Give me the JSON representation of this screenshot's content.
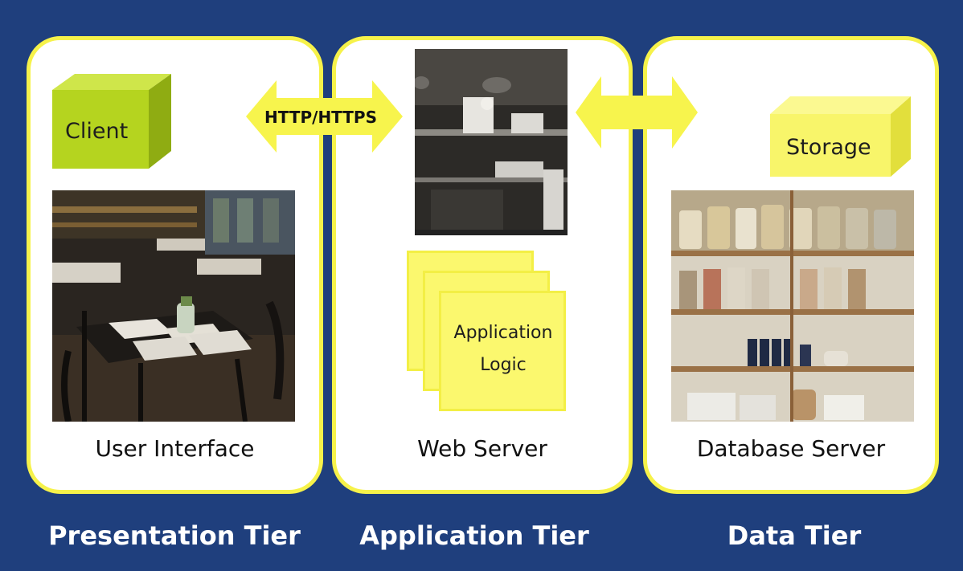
{
  "panels": {
    "presentation": {
      "caption": "User Interface",
      "box_label": "Client"
    },
    "application": {
      "caption": "Web Server",
      "doc_line1": "Application",
      "doc_line2": "Logic"
    },
    "data": {
      "caption": "Database Server",
      "box_label": "Storage"
    }
  },
  "arrows": {
    "left_label": "HTTP/HTTPS",
    "right_label": ""
  },
  "tiers": {
    "presentation": "Presentation Tier",
    "application": "Application Tier",
    "data": "Data Tier"
  },
  "colors": {
    "background": "#1f3f7d",
    "panel_border": "#f6f24a",
    "client_cube": "#b5d41f",
    "storage_cube": "#f8f56a",
    "arrow": "#f7f44d"
  }
}
